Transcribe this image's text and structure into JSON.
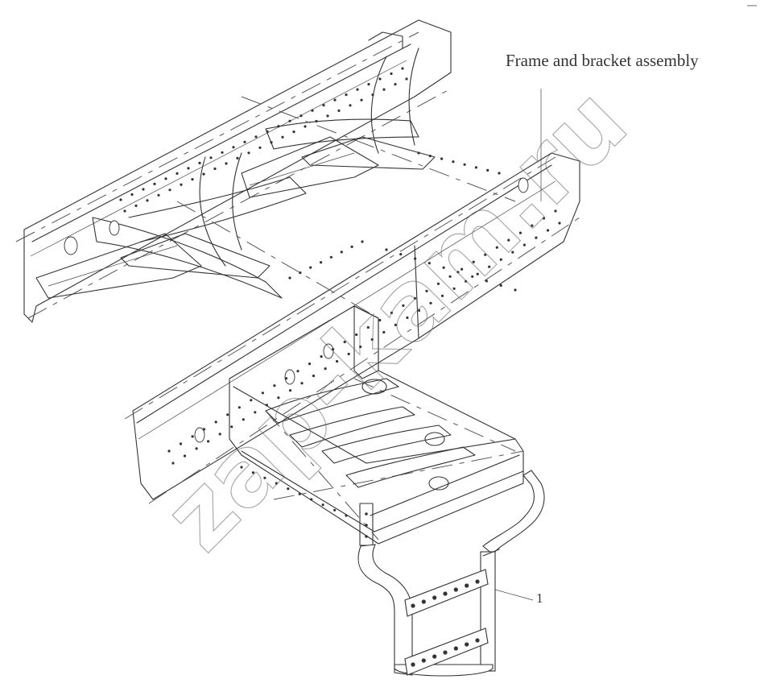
{
  "labels": {
    "assembly_label": "Frame and bracket assembly",
    "callout_1": "1"
  },
  "watermark": "zap-kam.ru"
}
